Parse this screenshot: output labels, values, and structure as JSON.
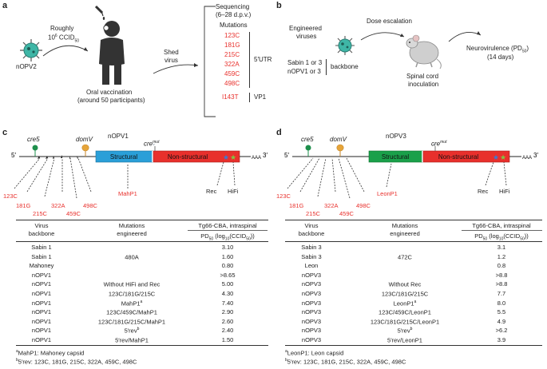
{
  "panel_a": {
    "label": "a",
    "virus": "nOPV2",
    "dose_line1": "Roughly",
    "dose_line2_pre": "10",
    "dose_line2_sup": "6",
    "dose_line2_post": " CCID",
    "dose_line2_sub": "50",
    "vaccination_line1": "Oral vaccination",
    "vaccination_line2": "(around 50 participants)",
    "shed_line1": "Shed",
    "shed_line2": "virus",
    "seq_line1": "Sequencing",
    "seq_line2": "(6–28 d.p.v.)",
    "mutations_header": "Mutations",
    "mutations": [
      "123C",
      "181G",
      "215C",
      "322A",
      "459C",
      "498C"
    ],
    "utr_label": "5′UTR",
    "vp1_mutation": "I143T",
    "vp1_label": "VP1"
  },
  "panel_b": {
    "label": "b",
    "engineered_line1": "Engineered",
    "engineered_line2": "viruses",
    "dose_escalation": "Dose escalation",
    "backbone_line1": "Sabin 1 or 3",
    "backbone_line2": "nOPV1 or 3",
    "backbone_label": "backbone",
    "spinal_line1": "Spinal cord",
    "spinal_line2": "inoculation",
    "neuro_line1_pre": "Neurovirulence (PD",
    "neuro_line1_sub": "50",
    "neuro_line1_post": ")",
    "neuro_line2": "(14 days)"
  },
  "panel_c": {
    "label": "c",
    "genome_title": "nOPV1",
    "cre5": "cre5",
    "domv": "domV",
    "cremut_pre": "cre",
    "cremut_sup": "mut",
    "structural": "Structural",
    "nonstructural": "Non-structural",
    "five_prime": "5′",
    "three_prime": "3′",
    "polyA": "AAA",
    "utr_mutations": [
      "123C",
      "181G",
      "215C",
      "322A",
      "459C",
      "498C"
    ],
    "capsid_label": "MahP1",
    "rec_label": "Rec",
    "hifi_label": "HiFi",
    "table": {
      "col1_line1": "Virus",
      "col1_line2": "backbone",
      "col2_line1": "Mutations",
      "col2_line2": "engineered",
      "col3_header": "Tg66-CBA, intraspinal",
      "col3_sub_pre": "PD",
      "col3_sub_sub": "50",
      "col3_sub_mid": " (log",
      "col3_sub_sub2": "10",
      "col3_sub_mid2": "(CCID",
      "col3_sub_sub3": "50",
      "col3_sub_post": "))",
      "rows": [
        {
          "backbone": "Sabin 1",
          "mutation": "",
          "pd50": "3.10",
          "mutation_sup": ""
        },
        {
          "backbone": "Sabin 1",
          "mutation": "480A",
          "pd50": "1.60",
          "mutation_sup": ""
        },
        {
          "backbone": "Mahoney",
          "mutation": "",
          "pd50": "0.80",
          "mutation_sup": ""
        },
        {
          "backbone": "nOPV1",
          "mutation": "",
          "pd50": ">8.65",
          "mutation_sup": ""
        },
        {
          "backbone": "nOPV1",
          "mutation": "Without HiFi and Rec",
          "pd50": "5.00",
          "mutation_sup": ""
        },
        {
          "backbone": "nOPV1",
          "mutation": "123C/181G/215C",
          "pd50": "4.30",
          "mutation_sup": ""
        },
        {
          "backbone": "nOPV1",
          "mutation": "MahP1",
          "pd50": "7.40",
          "mutation_sup": "a"
        },
        {
          "backbone": "nOPV1",
          "mutation": "123C/459C/MahP1",
          "pd50": "2.90",
          "mutation_sup": ""
        },
        {
          "backbone": "nOPV1",
          "mutation": "123C/181G/215C/MahP1",
          "pd50": "2.60",
          "mutation_sup": ""
        },
        {
          "backbone": "nOPV1",
          "mutation": "5′rev",
          "pd50": "2.40",
          "mutation_sup": "b"
        },
        {
          "backbone": "nOPV1",
          "mutation": "5′rev/MahP1",
          "pd50": "1.50",
          "mutation_sup": ""
        }
      ]
    },
    "footnote_a_sup": "a",
    "footnote_a": "MahP1: Mahoney capsid",
    "footnote_b_sup": "b",
    "footnote_b": "5′rev: 123C, 181G, 215C, 322A, 459C, 498C"
  },
  "panel_d": {
    "label": "d",
    "genome_title": "nOPV3",
    "cre5": "cre5",
    "domv": "domV",
    "cremut_pre": "cre",
    "cremut_sup": "mut",
    "structural": "Structural",
    "nonstructural": "Non-structural",
    "five_prime": "5′",
    "three_prime": "3′",
    "polyA": "AAA",
    "utr_mutations": [
      "123C",
      "181G",
      "215C",
      "322A",
      "459C",
      "498C"
    ],
    "capsid_label": "LeonP1",
    "rec_label": "Rec",
    "hifi_label": "HiFi",
    "table": {
      "col1_line1": "Virus",
      "col1_line2": "backbone",
      "col2_line1": "Mutations",
      "col2_line2": "engineered",
      "col3_header": "Tg66-CBA, intraspinal",
      "col3_sub_pre": "PD",
      "col3_sub_sub": "50",
      "col3_sub_mid": " (log",
      "col3_sub_sub2": "10",
      "col3_sub_mid2": "(CCID",
      "col3_sub_sub3": "50",
      "col3_sub_post": "))",
      "rows": [
        {
          "backbone": "Sabin 3",
          "mutation": "",
          "pd50": "3.1",
          "mutation_sup": ""
        },
        {
          "backbone": "Sabin 3",
          "mutation": "472C",
          "pd50": "1.2",
          "mutation_sup": ""
        },
        {
          "backbone": "Leon",
          "mutation": "",
          "pd50": "0.8",
          "mutation_sup": ""
        },
        {
          "backbone": "nOPV3",
          "mutation": "",
          "pd50": ">8.8",
          "mutation_sup": ""
        },
        {
          "backbone": "nOPV3",
          "mutation": "Without Rec",
          "pd50": ">8.8",
          "mutation_sup": ""
        },
        {
          "backbone": "nOPV3",
          "mutation": "123C/181G/215C",
          "pd50": "7.7",
          "mutation_sup": ""
        },
        {
          "backbone": "nOPV3",
          "mutation": "LeonP1",
          "pd50": "8.0",
          "mutation_sup": "a"
        },
        {
          "backbone": "nOPV3",
          "mutation": "123C/459C/LeonP1",
          "pd50": "5.5",
          "mutation_sup": ""
        },
        {
          "backbone": "nOPV3",
          "mutation": "123C/181G/215C/LeonP1",
          "pd50": "4.9",
          "mutation_sup": ""
        },
        {
          "backbone": "nOPV3",
          "mutation": "5′rev",
          "pd50": ">6.2",
          "mutation_sup": "b"
        },
        {
          "backbone": "nOPV3",
          "mutation": "5′rev/LeonP1",
          "pd50": "3.9",
          "mutation_sup": ""
        }
      ]
    },
    "footnote_a_sup": "a",
    "footnote_a": "LeonP1: Leon capsid",
    "footnote_b_sup": "b",
    "footnote_b": "5′rev: 123C, 181G, 215C, 322A, 459C, 498C"
  },
  "colors": {
    "red": "#e8302c",
    "structural_blue": "#2a9fd8",
    "structural_green": "#1aa04a",
    "nonstructural_red": "#e8302c",
    "virus_teal": "#3fb6a6",
    "cre5_green": "#1e8f4c",
    "domv_orange": "#e6a53a"
  }
}
